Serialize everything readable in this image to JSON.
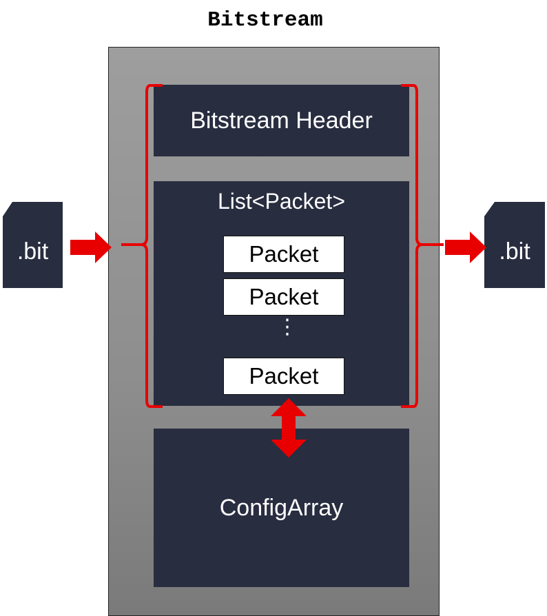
{
  "title": "Bitstream",
  "header_label": "Bitstream Header",
  "list_label": "List<Packet>",
  "packets": [
    "Packet",
    "Packet",
    "Packet"
  ],
  "ellipsis": "⋮",
  "config_label": "ConfigArray",
  "input_file_label": ".bit",
  "output_file_label": ".bit",
  "colors": {
    "navy": "#282d40",
    "arrow_red": "#e80000",
    "gray": "#8d8d8d"
  }
}
